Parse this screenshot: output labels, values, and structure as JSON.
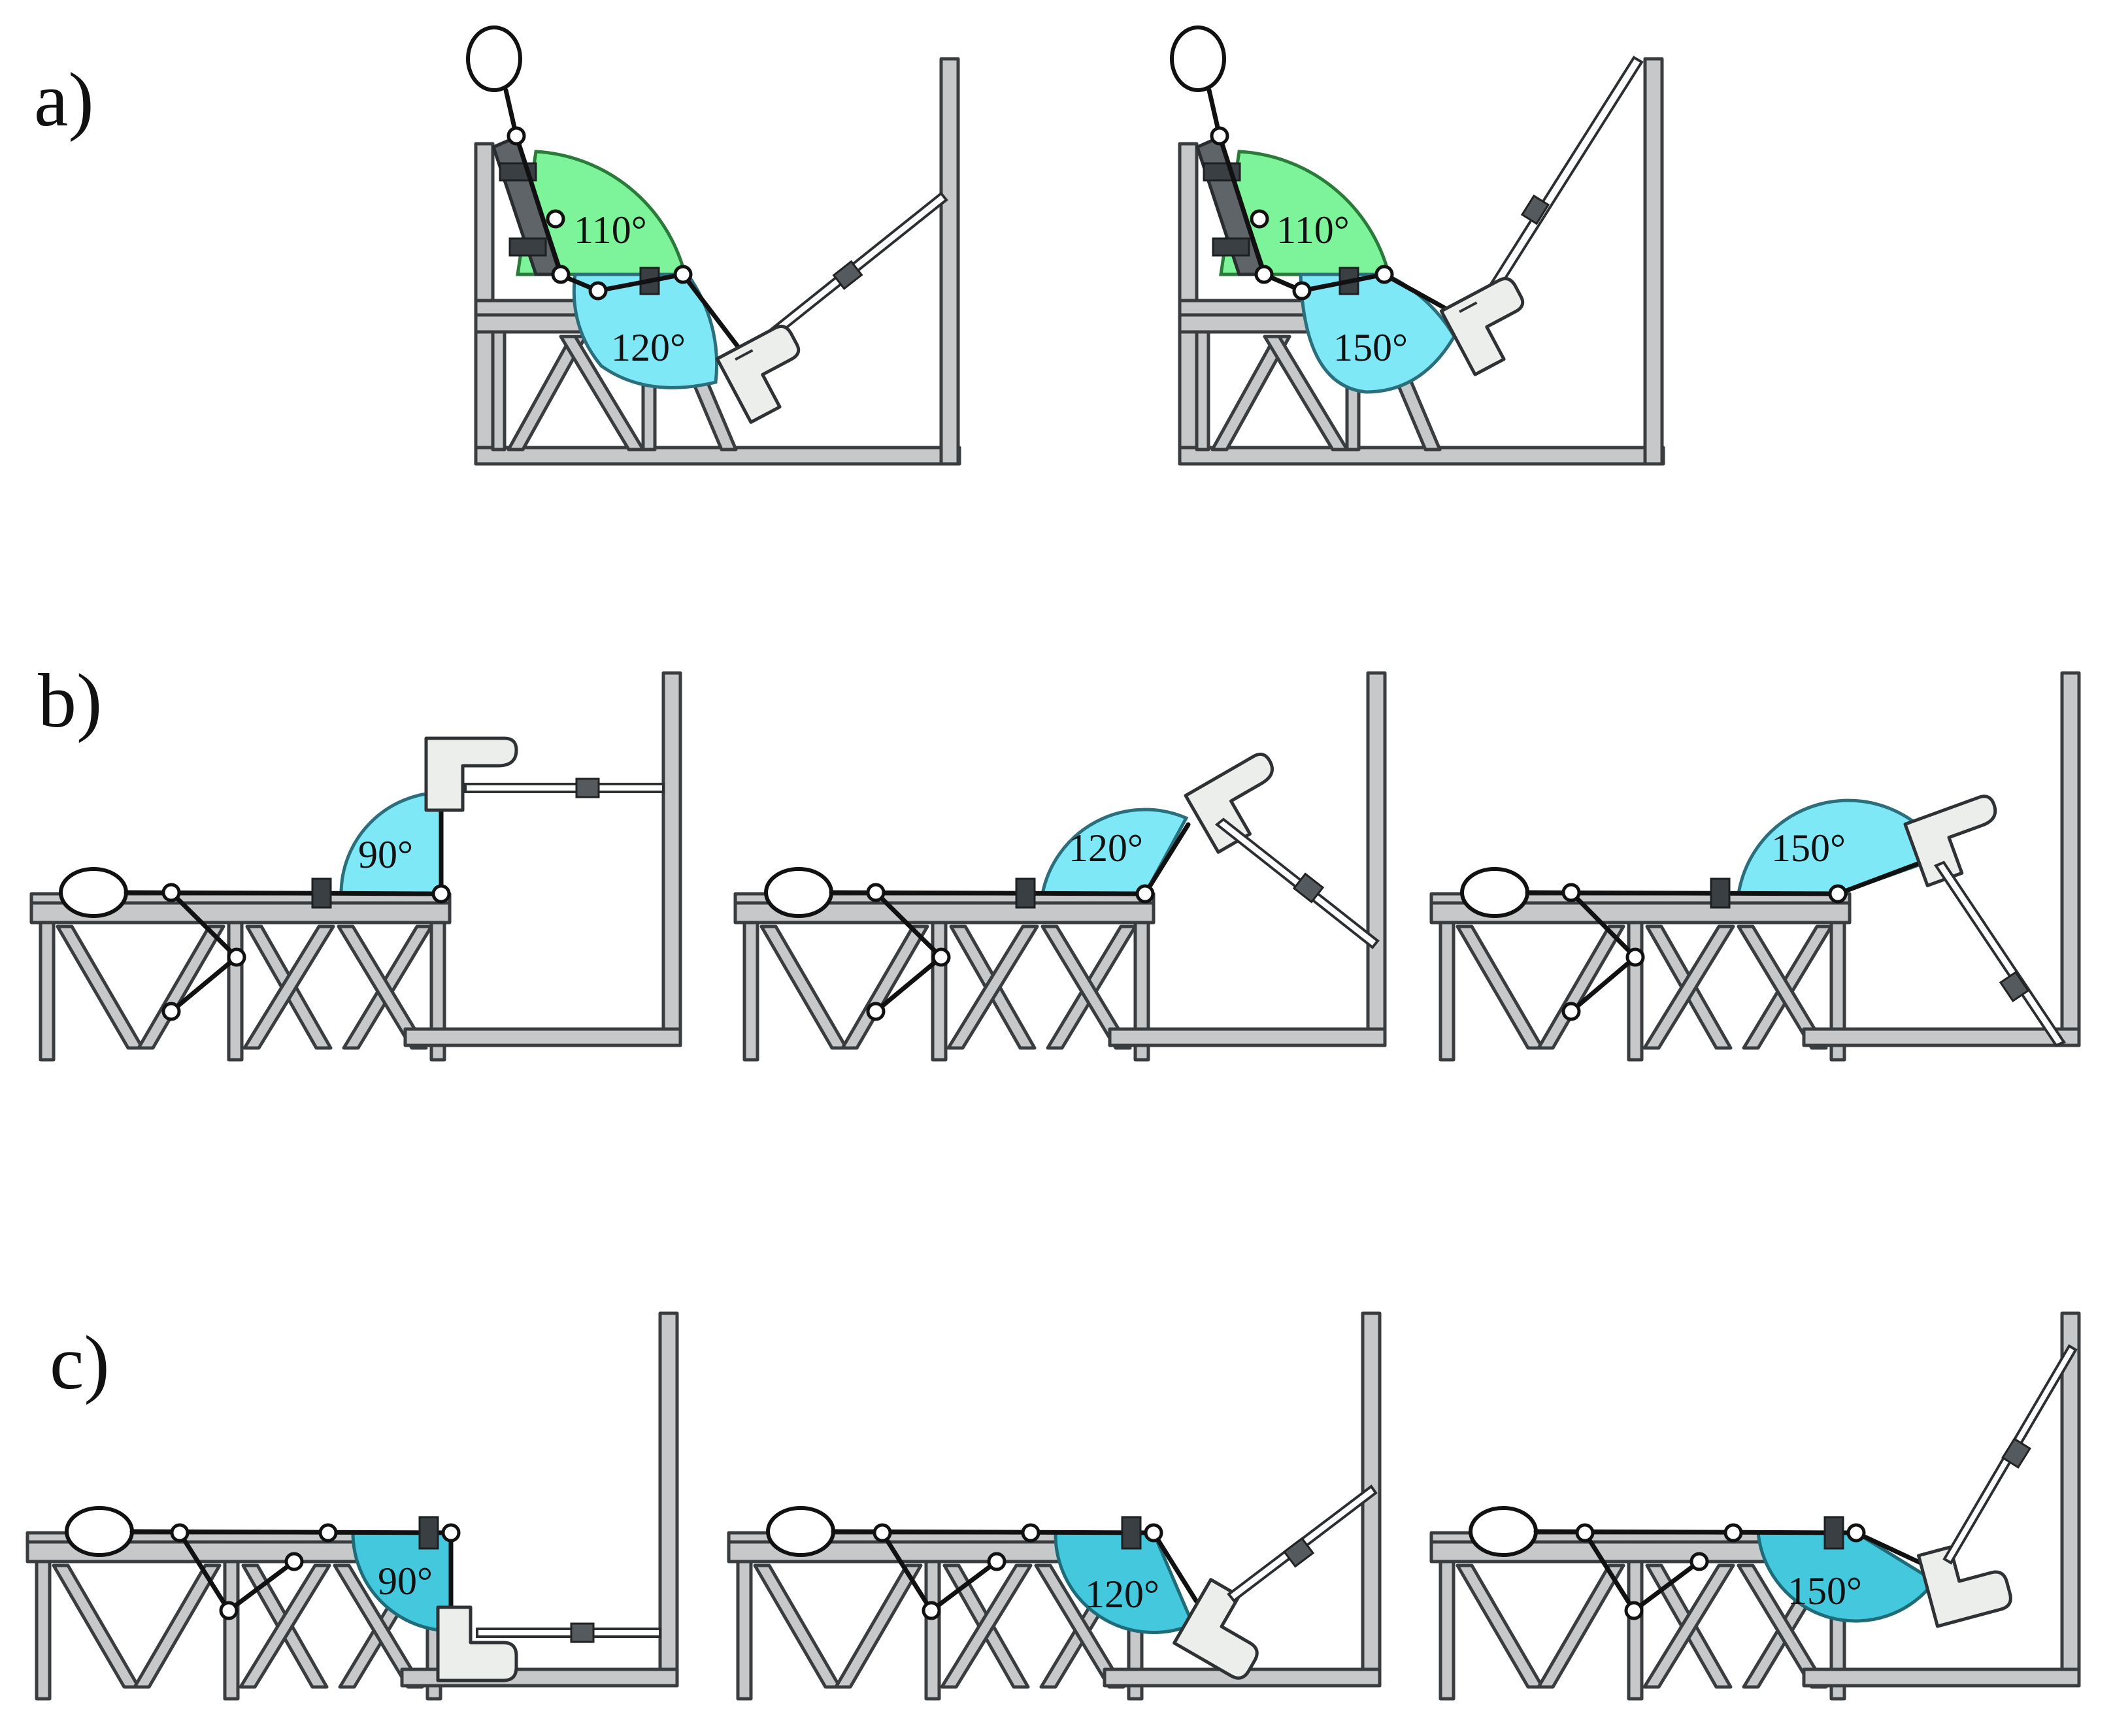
{
  "figure": {
    "rows": [
      {
        "label": "a)",
        "panels": [
          {
            "hip_angle": "110°",
            "knee_angle": "120°",
            "hip_color": "#7ef49a",
            "knee_color": "#7fe8f7"
          },
          {
            "hip_angle": "110°",
            "knee_angle": "150°",
            "hip_color": "#7ef49a",
            "knee_color": "#7fe8f7"
          }
        ]
      },
      {
        "label": "b)",
        "panels": [
          {
            "knee_angle": "90°",
            "knee_color": "#7fe8f7"
          },
          {
            "knee_angle": "120°",
            "knee_color": "#7fe8f7"
          },
          {
            "knee_angle": "150°",
            "knee_color": "#7fe8f7"
          }
        ]
      },
      {
        "label": "c)",
        "panels": [
          {
            "knee_angle": "90°",
            "knee_color": "#43c8dd"
          },
          {
            "knee_angle": "120°",
            "knee_color": "#43c8dd"
          },
          {
            "knee_angle": "150°",
            "knee_color": "#43c8dd"
          }
        ]
      }
    ],
    "colors": {
      "frame": "#c6c8c9",
      "frame_outline": "#3a3d40",
      "bed_top": "#8fd3dc"
    }
  }
}
